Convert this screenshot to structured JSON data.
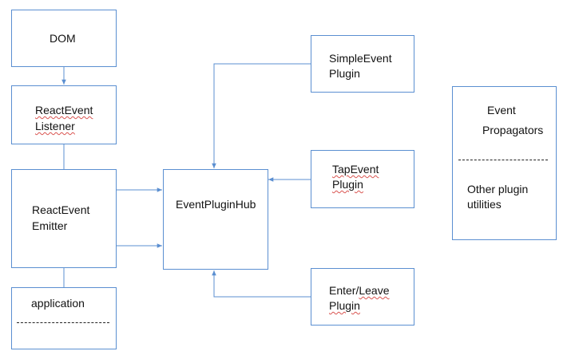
{
  "diagram": {
    "dom": {
      "label": "DOM"
    },
    "listener": {
      "line1": "ReactEvent",
      "line2": "Listener"
    },
    "emitter": {
      "line1": "ReactEvent",
      "line2": "Emitter"
    },
    "application": {
      "label": "application"
    },
    "hub": {
      "label": "EventPluginHub"
    },
    "simple_plugin": {
      "line1": "SimpleEvent",
      "line2": "Plugin"
    },
    "tap_plugin": {
      "line1": "TapEvent",
      "line2": "Plugin"
    },
    "enterleave_plugin": {
      "line1": "Enter/Leave",
      "line2": "Plugin"
    },
    "propagators": {
      "line1": "Event",
      "line2": "Propagators",
      "line3": "Other plugin",
      "line4": "utilities"
    }
  },
  "colors": {
    "border": "#5b8fd1",
    "connector": "#5b8fd1",
    "spellcheck": "#d9534f"
  }
}
